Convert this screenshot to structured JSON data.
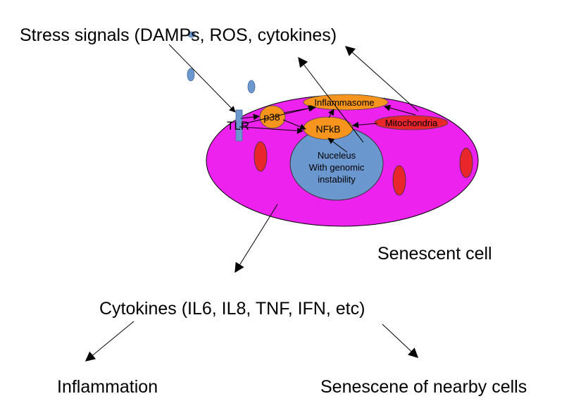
{
  "labels": {
    "stress_signals": "Stress signals (DAMPs, ROS, cytokines)",
    "senescent_cell": "Senescent cell",
    "cytokines": "Cytokines (IL6, IL8, TNF, IFN, etc)",
    "inflammation": "Inflammation",
    "senescence_nearby": "Senescene of nearby cells"
  },
  "components": {
    "tlr": "TLR",
    "p38": "p38",
    "nfkb": "NFkB",
    "inflammasome": "Inflammasome",
    "mitochondria": "Mitochondria",
    "nucleus_line1": "Nuceleus",
    "nucleus_line2": "With genomic",
    "nucleus_line3": "instability"
  },
  "colors": {
    "cell": "#ee22ee",
    "nucleus": "#6b97cf",
    "orange": "#f7941d",
    "mitochondria": "#e8262b",
    "red_organelle": "#e8262b",
    "receptor": "#6b97cf"
  }
}
